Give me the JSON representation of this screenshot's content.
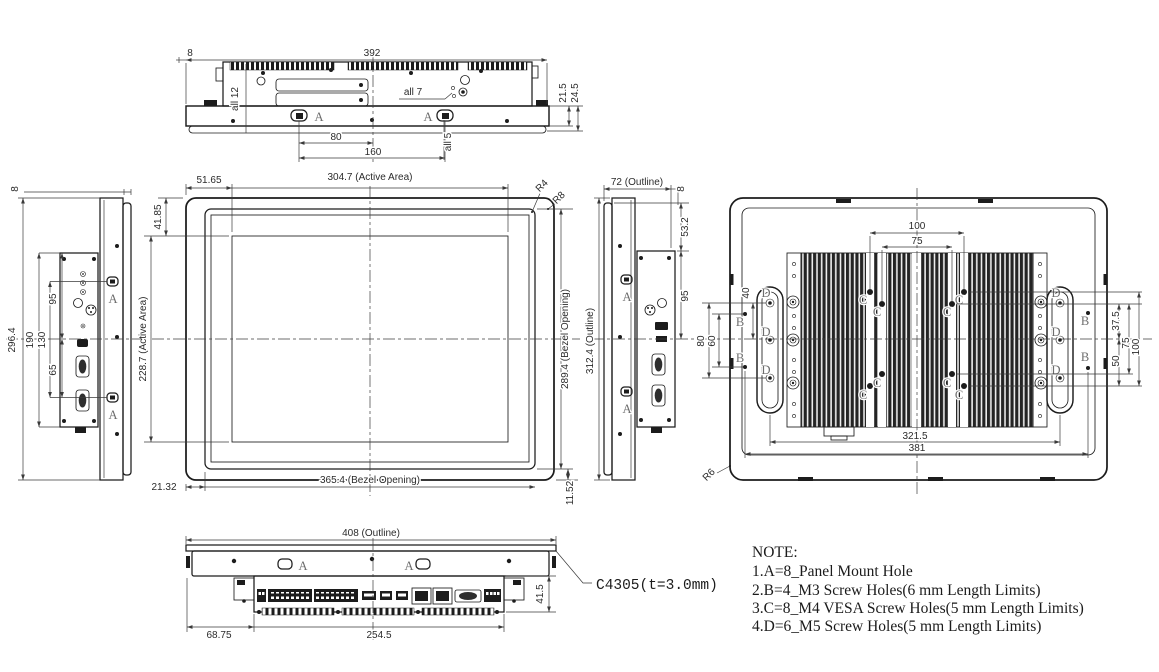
{
  "palette": {
    "ink": "#1c1c1c",
    "dim_ink": "#3a3a3a",
    "letter_ink": "#6e6e6e",
    "background": "#ffffff"
  },
  "views": {
    "top": {
      "d392": "392",
      "d8": "8",
      "all12": "all 12",
      "all7": "all 7",
      "all5": "all 5",
      "d215": "21.5",
      "d245": "24.5",
      "d80": "80",
      "d160": "160",
      "hole": "A"
    },
    "front": {
      "d5165": "51.65",
      "active_w": "304.7 (Active Area)",
      "d4185": "41.85",
      "active_h": "228.7 (Active Area)",
      "bezel_h": "289.4 (Bezel Opening)",
      "r4": "R4",
      "r8": "R8",
      "d2132": "21.32",
      "bezel_w": "365.4 (Bezel Opening)",
      "d1152": "11.52"
    },
    "left_side": {
      "d8": "8",
      "d2964": "296.4",
      "d190": "190",
      "d130": "130",
      "d95": "95",
      "d65": "65",
      "hole": "A"
    },
    "right_side": {
      "w72": "72 (Outline)",
      "d8": "8",
      "d532": "53.2",
      "d95": "95",
      "h3124": "312.4 (Outline)",
      "hole": "A"
    },
    "rear": {
      "d100": "100",
      "d75": "75",
      "d40": "40",
      "d80": "80",
      "d60": "60",
      "d375": "37.5",
      "d75r": "75",
      "d100r": "100",
      "d50": "50",
      "d3215": "321.5",
      "d381": "381",
      "r6": "R6",
      "b": "B",
      "c": "C",
      "d": "D"
    },
    "bottom": {
      "w408": "408 (Outline)",
      "hole": "A",
      "callout": "C4305(t=3.0mm)",
      "d415": "41.5",
      "d6875": "68.75",
      "d2545": "254.5"
    }
  },
  "note": {
    "title": "NOTE:",
    "lines": [
      "1.A=8_Panel Mount Hole",
      "2.B=4_M3 Screw Holes(6 mm Length Limits)",
      "3.C=8_M4 VESA Screw Holes(5 mm Length Limits)",
      "4.D=6_M5 Screw Holes(5 mm Length Limits)"
    ]
  }
}
